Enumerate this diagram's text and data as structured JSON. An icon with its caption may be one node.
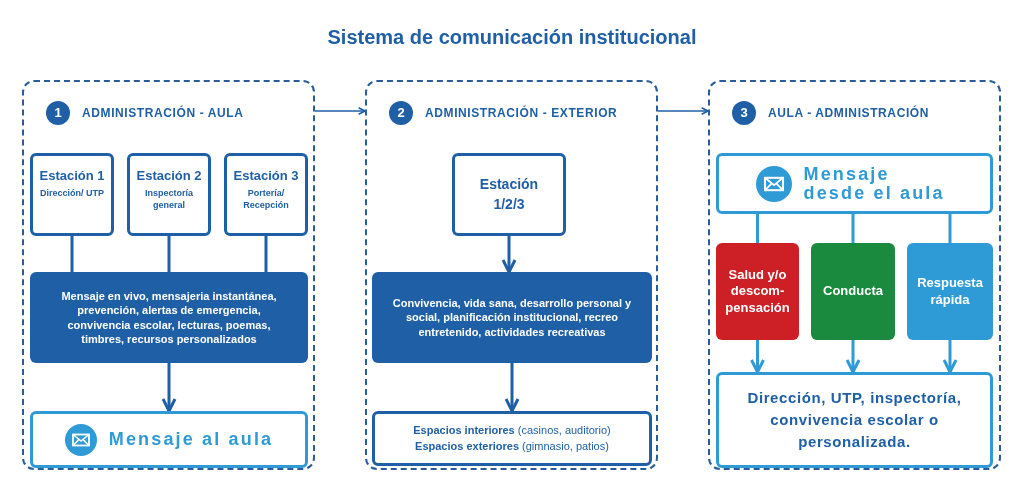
{
  "diagram": {
    "title": "Sistema de comunicación institucional",
    "nodes": [
      {
        "text": [
          "1",
          "ADMINISTRACIÓN - AULA"
        ]
      },
      {
        "text": [
          "Estación 1",
          "Dirección/ UTP"
        ],
        "in": 0
      },
      {
        "text": [
          "Estación 2",
          "Inspectoría general"
        ],
        "in": 0
      },
      {
        "text": [
          "Estación 3",
          "Portería/ Recepción"
        ],
        "in": 0
      },
      {
        "text": [
          "Mensaje en vivo, mensajeria instantánea, prevención, alertas de emergencia, convivencia escolar, lecturas, poemas, timbres, recursos personalizados"
        ],
        "in": 0
      },
      {
        "text": [
          "Mensaje al aula"
        ],
        "in": 0
      },
      {
        "text": [
          "2",
          "ADMINISTRACIÓN - EXTERIOR"
        ]
      },
      {
        "text": [
          "Estación 1/2/3"
        ],
        "in": 6
      },
      {
        "text": [
          "Convivencia, vida sana, desarrollo personal y social, planificación institucional, recreo entretenido, actividades recreativas"
        ],
        "in": 6
      },
      {
        "text": [
          "**Espacios interiores** (casinos, auditorio)",
          "**Espacios exteriores** (gimnasio, patios)"
        ],
        "in": 6
      },
      {
        "text": [
          "3",
          "AULA - ADMINISTRACIÓN"
        ]
      },
      {
        "text": [
          "Mensaje desde el aula"
        ],
        "in": 10
      },
      {
        "text": [
          "Salud y/o descom- pensación"
        ],
        "in": 10
      },
      {
        "text": [
          "Conducta"
        ],
        "in": 10
      },
      {
        "text": [
          "Respuesta rápida"
        ],
        "in": 10
      },
      {
        "text": [
          "Dirección, UTP, inspectoría, convivencia escolar o personalizada."
        ],
        "in": 10
      }
    ],
    "edges": [
      {
        "from": 1,
        "to": 4,
        "arrow": "none"
      },
      {
        "from": 2,
        "to": 4,
        "arrow": "none"
      },
      {
        "from": 3,
        "to": 4,
        "arrow": "none"
      },
      {
        "from": 4,
        "to": 5,
        "arrow": "to"
      },
      {
        "from": 0,
        "to": 6,
        "arrow": "to"
      },
      {
        "from": 6,
        "to": 10,
        "arrow": "to"
      },
      {
        "from": 7,
        "to": 8,
        "arrow": "to"
      },
      {
        "from": 8,
        "to": 9,
        "arrow": "to"
      },
      {
        "from": 11,
        "to": 12,
        "arrow": "none",
        "color": "#2f9bd6"
      },
      {
        "from": 11,
        "to": 13,
        "arrow": "none",
        "color": "#2f9bd6"
      },
      {
        "from": 11,
        "to": 14,
        "arrow": "none",
        "color": "#2f9bd6"
      },
      {
        "from": 12,
        "to": 15,
        "arrow": "to",
        "color": "#2f9bd6"
      },
      {
        "from": 13,
        "to": 15,
        "arrow": "to",
        "color": "#2f9bd6"
      },
      {
        "from": 14,
        "to": 15,
        "arrow": "to",
        "color": "#2f9bd6"
      }
    ]
  }
}
